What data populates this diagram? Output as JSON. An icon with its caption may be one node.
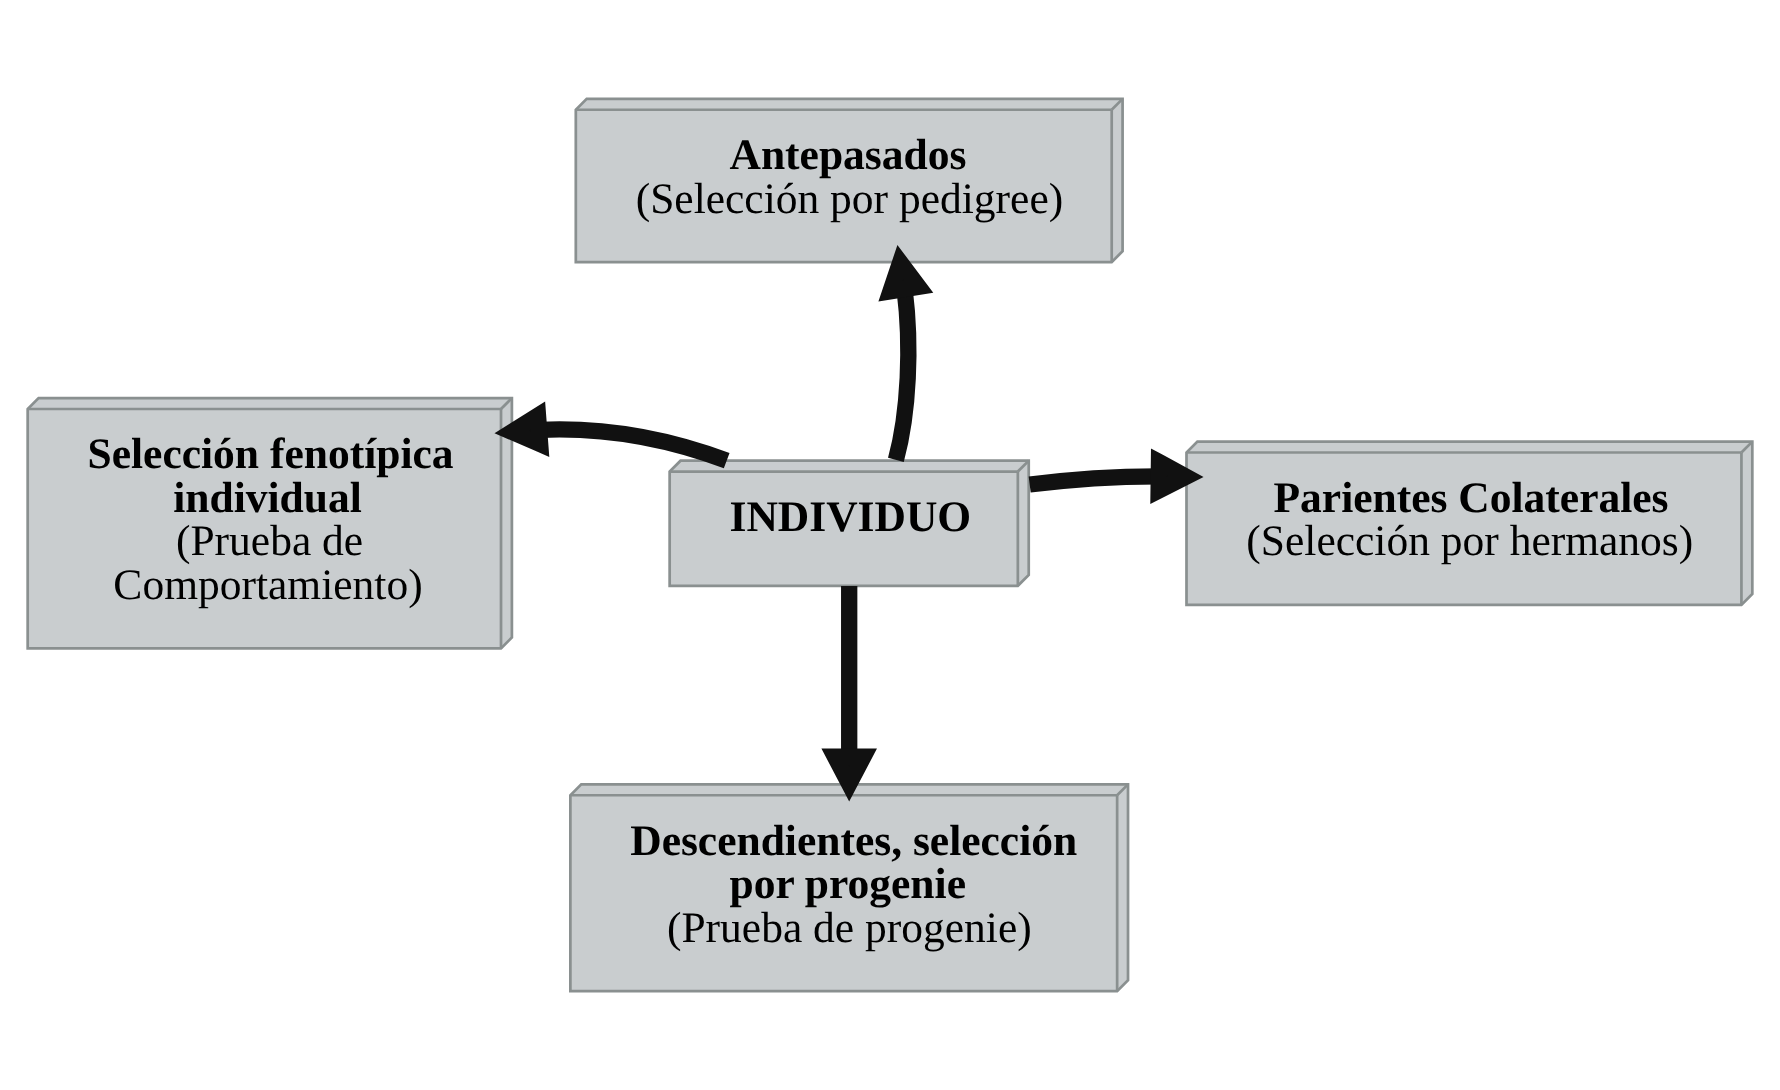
{
  "diagram": {
    "nodes": [
      {
        "text": [
          "Antepasados",
          "(Selección por pedigree)"
        ]
      },
      {
        "text": [
          "Selección fenotípica individual",
          "(Prueba de Comportamiento)"
        ]
      },
      {
        "text": [
          "INDIVIDUO"
        ]
      },
      {
        "text": [
          "Parientes Colaterales",
          "(Selección por hermanos)"
        ]
      },
      {
        "text": [
          "Descendientes, selección por progenie",
          "(Prueba de progenie)"
        ]
      }
    ],
    "edges": [
      {
        "from": 2,
        "to": 0,
        "arrow": "to"
      },
      {
        "from": 2,
        "to": 1,
        "arrow": "to"
      },
      {
        "from": 2,
        "to": 3,
        "arrow": "to"
      },
      {
        "from": 2,
        "to": 4,
        "arrow": "to"
      }
    ]
  }
}
